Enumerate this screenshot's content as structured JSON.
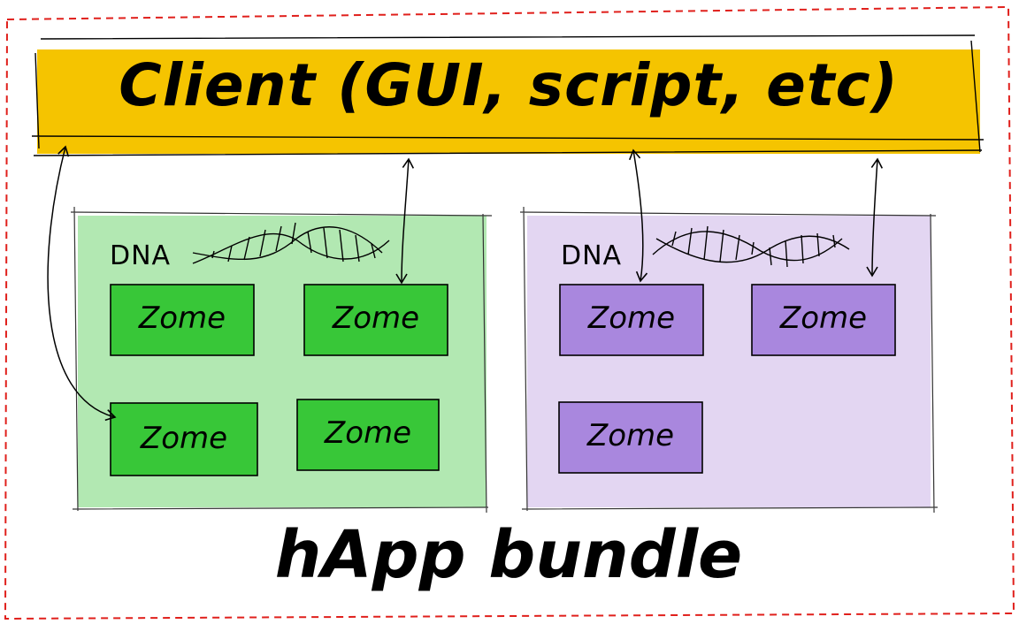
{
  "diagram": {
    "client": {
      "label": "Client (GUI, script, etc)",
      "fill": "#f5c400"
    },
    "bundle": {
      "label": "hApp bundle",
      "border": "#e0201c"
    },
    "dnas": [
      {
        "label": "DNA",
        "fill": "#b2e8b2",
        "zome_fill": "#38c738",
        "zomes": [
          "Zome",
          "Zome",
          "Zome",
          "Zome"
        ]
      },
      {
        "label": "DNA",
        "fill": "#e3d6f2",
        "zome_fill": "#a987de",
        "zomes": [
          "Zome",
          "Zome",
          "Zome"
        ]
      }
    ]
  }
}
